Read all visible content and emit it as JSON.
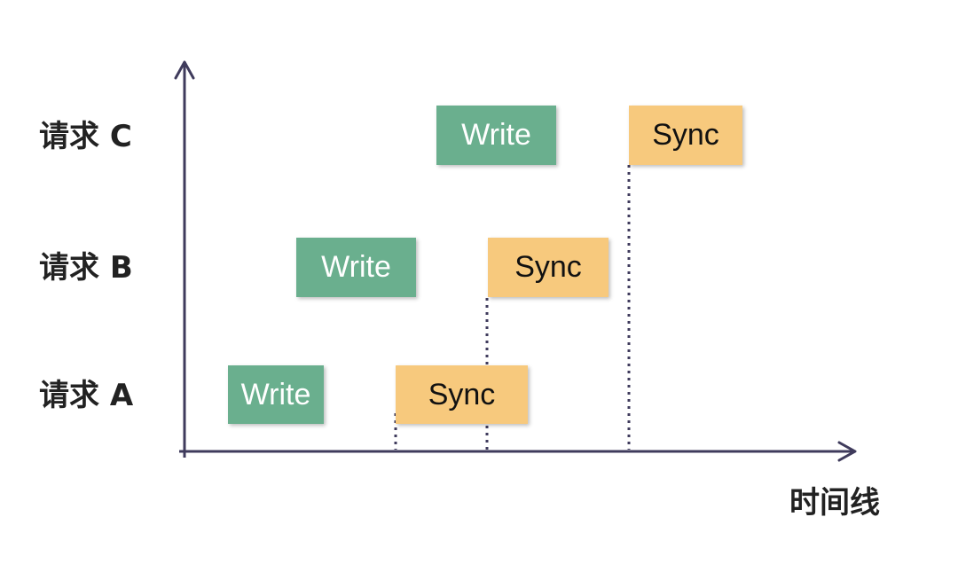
{
  "diagram": {
    "x_axis_title": "时间线",
    "colors": {
      "write": "#6aaf8e",
      "sync": "#f7c97d",
      "axis": "#3f3b5c",
      "dotted_line": "#3f3b5c"
    },
    "rows": [
      {
        "label": "请求 C",
        "events": [
          {
            "type": "write",
            "text": "Write"
          },
          {
            "type": "sync",
            "text": "Sync"
          }
        ]
      },
      {
        "label": "请求 B",
        "events": [
          {
            "type": "write",
            "text": "Write"
          },
          {
            "type": "sync",
            "text": "Sync"
          }
        ]
      },
      {
        "label": "请求 A",
        "events": [
          {
            "type": "write",
            "text": "Write"
          },
          {
            "type": "sync",
            "text": "Sync"
          }
        ]
      }
    ]
  }
}
